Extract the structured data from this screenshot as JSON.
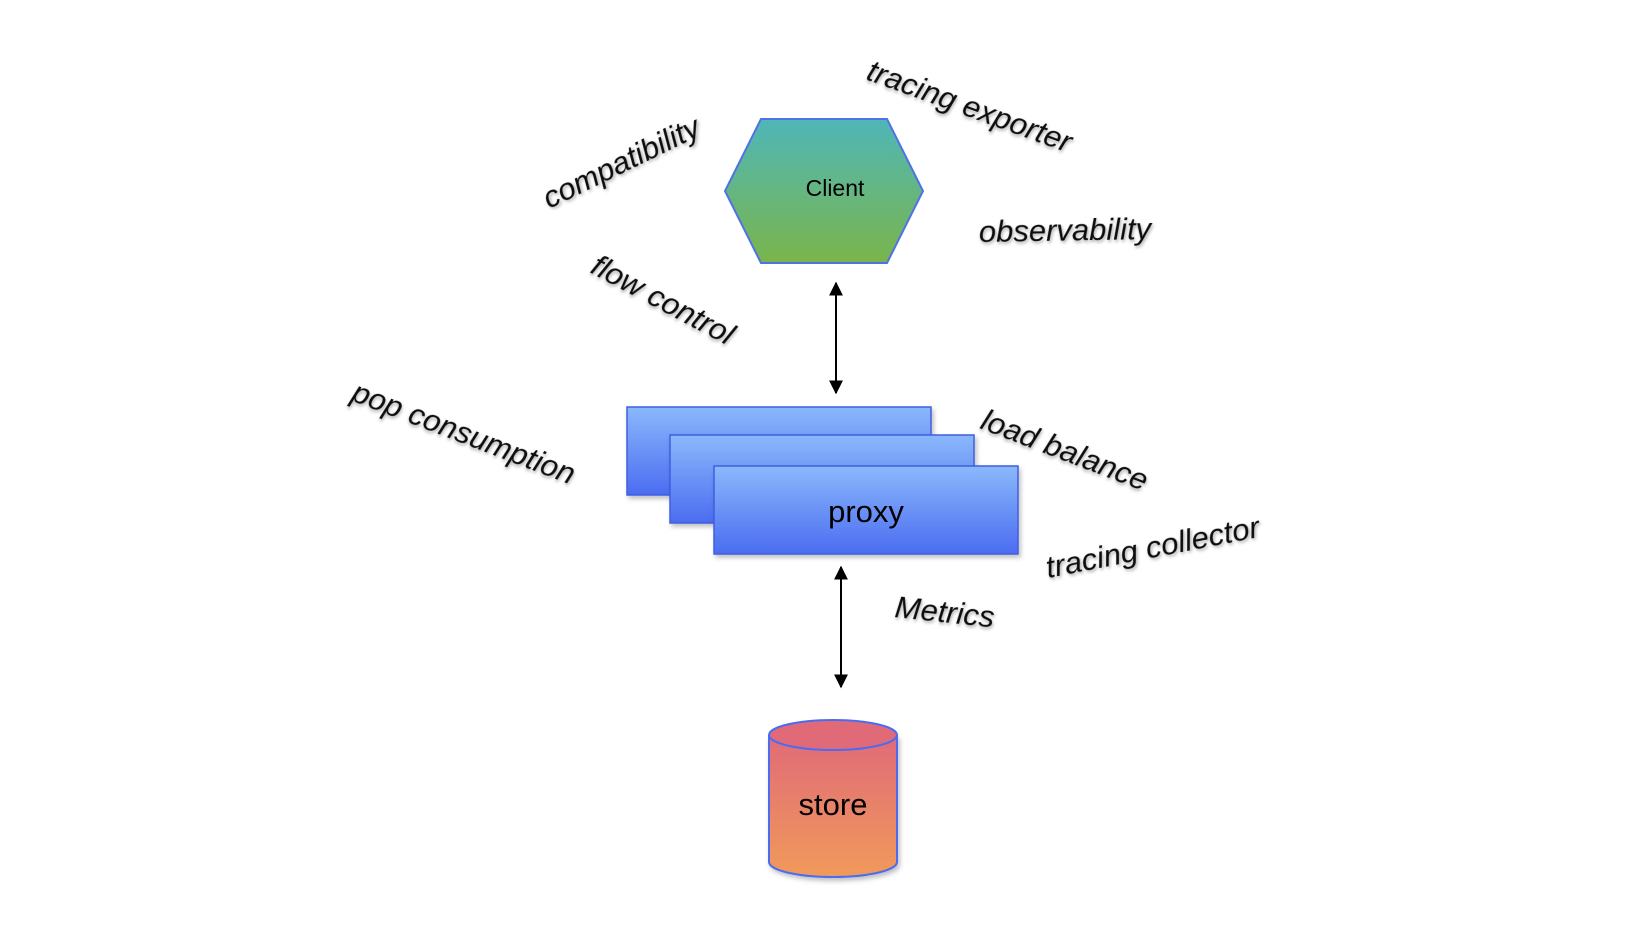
{
  "nodes": {
    "client": {
      "label": "Client",
      "shape": "hexagon",
      "gradient": [
        "#4fb6b8",
        "#7ab54a"
      ],
      "stroke": "#4f72e6"
    },
    "proxy": {
      "label": "proxy",
      "shape": "stacked-rectangles",
      "count": 3,
      "gradient": [
        "#8ab8fb",
        "#4b6cf1"
      ],
      "stroke": "#3f5ee0"
    },
    "store": {
      "label": "store",
      "shape": "cylinder",
      "gradient": [
        "#e06a78",
        "#f19a5a"
      ],
      "stroke": "#4b6cf1"
    }
  },
  "labels": {
    "compatibility": "compatibility",
    "tracing_exporter": "tracing exporter",
    "observability": "observability",
    "flow_control": "flow control",
    "pop_consumption": "pop consumption",
    "load_balance": "load balance",
    "tracing_collector": "tracing collector",
    "metrics": "Metrics"
  },
  "edges": [
    {
      "from": "client",
      "to": "proxy",
      "type": "bidirectional-arrow"
    },
    {
      "from": "proxy",
      "to": "store",
      "type": "bidirectional-arrow"
    }
  ]
}
